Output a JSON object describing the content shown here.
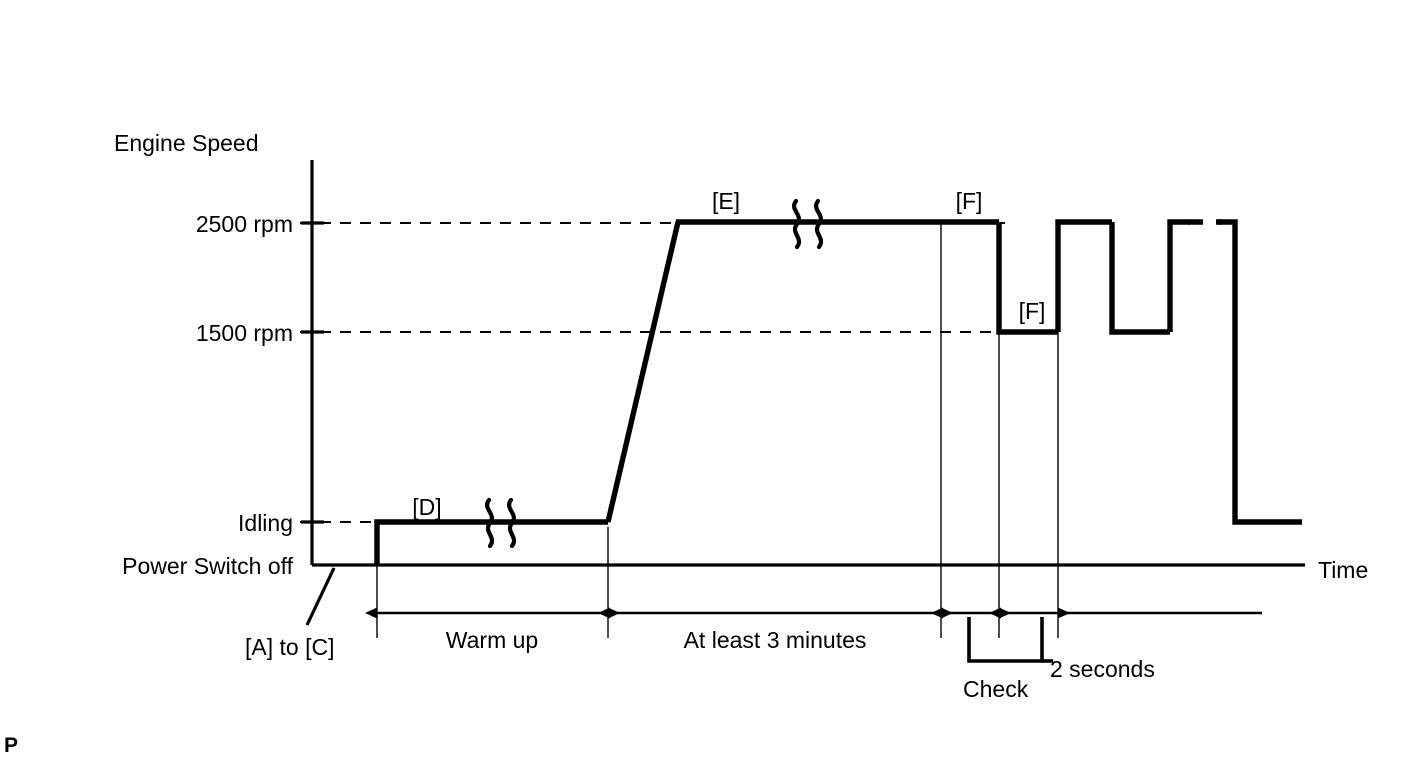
{
  "diagram": {
    "title_corner": "P",
    "axes": {
      "y_title": "Engine Speed",
      "x_title": "Time",
      "y_ticks": [
        {
          "label": "2500 rpm",
          "value": 2500
        },
        {
          "label": "1500 rpm",
          "value": 1500
        },
        {
          "label": "Idling",
          "value": "idling"
        }
      ],
      "baseline_label": "Power Switch off"
    },
    "step_labels": [
      {
        "id": "d",
        "text": "[D]"
      },
      {
        "id": "e",
        "text": "[E]"
      },
      {
        "id": "f1",
        "text": "[F]"
      },
      {
        "id": "f2",
        "text": "[F]"
      }
    ],
    "annotations": {
      "start": "[A] to [C]",
      "warm_up": "Warm up",
      "at_least_3_minutes": "At least 3 minutes",
      "check": "Check",
      "two_seconds": "2 seconds"
    },
    "colors": {
      "line": "#000000",
      "background": "#ffffff"
    }
  },
  "chart_data": {
    "type": "line",
    "title": "",
    "xlabel": "Time",
    "ylabel": "Engine Speed",
    "ylim": [
      "Power Switch off",
      "2500 rpm"
    ],
    "y_levels": {
      "power_switch_off": 0,
      "idling": 1,
      "1500_rpm": 1500,
      "2500_rpm": 2500
    },
    "grid": false,
    "legend": null,
    "series": [
      {
        "name": "Engine speed",
        "points": [
          {
            "t": 0,
            "level": "power_switch_off",
            "note": "[A] to [C] power switch off"
          },
          {
            "t": 1,
            "level": "idling",
            "note": "[D] idling begins"
          },
          {
            "t": 2,
            "level": "idling",
            "note": "warm up, time break"
          },
          {
            "t": 3,
            "level": "2500_rpm",
            "note": "[E] ramp up to 2500 rpm"
          },
          {
            "t": 4,
            "level": "2500_rpm",
            "note": "at least 3 minutes, time break"
          },
          {
            "t": 5,
            "level": "2500_rpm",
            "note": "[F] hold at 2500 rpm, check region"
          },
          {
            "t": 6,
            "level": "1500_rpm",
            "note": "[F] drop to 1500 rpm, 2 seconds"
          },
          {
            "t": 7,
            "level": "2500_rpm",
            "note": "return to 2500 rpm"
          },
          {
            "t": 8,
            "level": "1500_rpm",
            "note": "drop to 1500 rpm"
          },
          {
            "t": 9,
            "level": "2500_rpm",
            "note": "return to 2500 rpm, repeats"
          },
          {
            "t": 10,
            "level": "idling",
            "note": "return to idling"
          }
        ]
      }
    ],
    "time_spans": [
      {
        "label": "Warm up",
        "from": "idling start",
        "to": "ramp start"
      },
      {
        "label": "At least 3 minutes",
        "from": "ramp start",
        "to": "check start"
      },
      {
        "label": "2 seconds",
        "from": "2500 rpm drop",
        "to": "1500 rpm end"
      },
      {
        "label": "Check",
        "from": "check start",
        "to": "check end"
      }
    ],
    "break_symbols": [
      {
        "at": "idling segment",
        "meaning": "time break"
      },
      {
        "at": "2500 rpm segment",
        "meaning": "time break"
      }
    ],
    "annotations": [
      {
        "text": "[A] to [C]",
        "points_to": "power switch off start"
      },
      {
        "text": "[D]",
        "points_to": "idling plateau"
      },
      {
        "text": "[E]",
        "points_to": "2500 rpm plateau"
      },
      {
        "text": "[F]",
        "points_to": "2500 rpm before drop"
      },
      {
        "text": "[F]",
        "points_to": "1500 rpm plateau"
      }
    ]
  }
}
